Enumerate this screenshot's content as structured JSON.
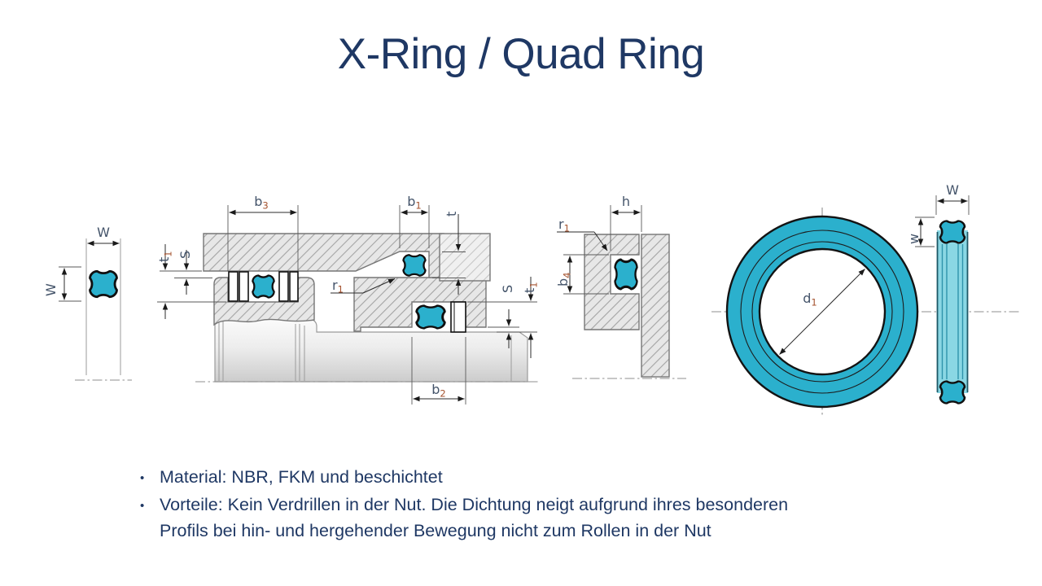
{
  "slide": {
    "title": "X-Ring / Quad Ring",
    "bullets": [
      {
        "marker": "•",
        "text": "Material: NBR, FKM und beschichtet"
      },
      {
        "marker": "•",
        "text": "Vorteile: Kein Verdrillen in der Nut. Die Dichtung neigt aufgrund ihres besonderen\nProfils bei hin- und hergehender Bewegung nicht zum Rollen in der Nut"
      }
    ]
  },
  "diagram": {
    "dim_labels": {
      "W_profile_width": {
        "base": "W",
        "sub": ""
      },
      "W_profile_height": {
        "base": "W",
        "sub": ""
      },
      "b3": {
        "base": "b",
        "sub": "3"
      },
      "t1_left": {
        "base": "t",
        "sub": "1"
      },
      "S_left": {
        "base": "S",
        "sub": ""
      },
      "r1_bore": {
        "base": "r",
        "sub": "1"
      },
      "b1": {
        "base": "b",
        "sub": "1"
      },
      "t": {
        "base": "t",
        "sub": ""
      },
      "S_right": {
        "base": "S",
        "sub": ""
      },
      "t1_right": {
        "base": "t",
        "sub": "1"
      },
      "b2": {
        "base": "b",
        "sub": "2"
      },
      "h": {
        "base": "h",
        "sub": ""
      },
      "r1_axial": {
        "base": "r",
        "sub": "1"
      },
      "b4": {
        "base": "b",
        "sub": "4"
      },
      "d1": {
        "base": "d",
        "sub": "1"
      },
      "W_ring_top": {
        "base": "W",
        "sub": ""
      },
      "w_ring_side": {
        "base": "w",
        "sub": ""
      }
    },
    "colors": {
      "seal_fill": "#2bb0cd",
      "seal_side_body": "#8ad7e4",
      "title_navy": "#1f3864",
      "dim_label": "#44546a",
      "dim_subscript": "#a5532f"
    }
  }
}
